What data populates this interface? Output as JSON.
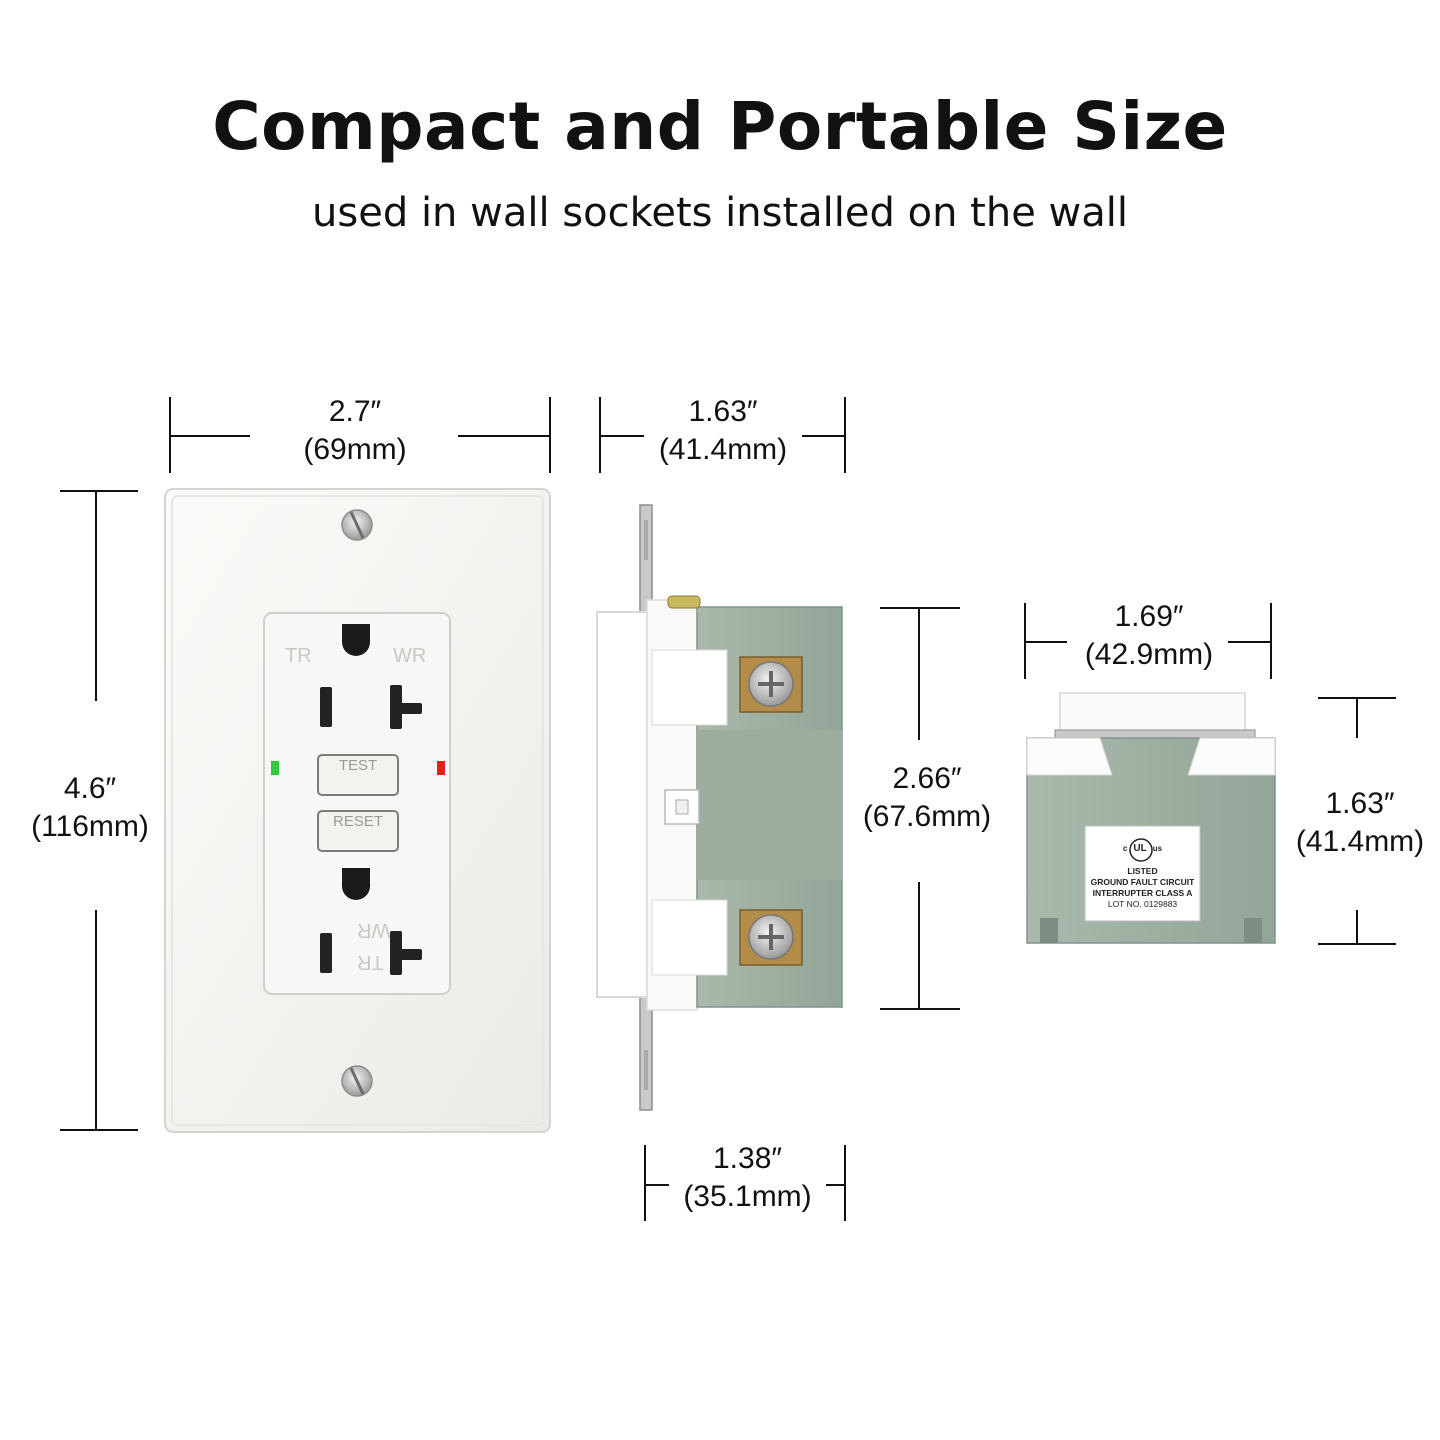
{
  "heading": {
    "title": "Compact and Portable Size",
    "subtitle": "used in wall sockets installed on the wall"
  },
  "dimensions": {
    "front_width": {
      "inch": "2.7″",
      "mm": "(69mm)"
    },
    "front_height": {
      "inch": "4.6″",
      "mm": "(116mm)"
    },
    "side_top_width": {
      "inch": "1.63″",
      "mm": "(41.4mm)"
    },
    "side_height": {
      "inch": "2.66″",
      "mm": "(67.6mm)"
    },
    "side_bottom_width": {
      "inch": "1.38″",
      "mm": "(35.1mm)"
    },
    "back_width": {
      "inch": "1.69″",
      "mm": "(42.9mm)"
    },
    "back_height": {
      "inch": "1.63″",
      "mm": "(41.4mm)"
    }
  },
  "outlet_front": {
    "test_label": "TEST",
    "reset_label": "RESET",
    "tr_label": "TR",
    "wr_label": "WR",
    "indicator_green": "#2ecc40",
    "indicator_red": "#e02020"
  },
  "ul_label": {
    "mark_c": "c",
    "mark_ul": "UL",
    "mark_us": "us",
    "line1": "LISTED",
    "line2": "GROUND FAULT CIRCUIT",
    "line3": "INTERRUPTER CLASS A",
    "line4": "LOT NO. 0129883"
  },
  "colors": {
    "housing_green": "#9fb0a3",
    "plate_white": "#f5f5f3"
  }
}
